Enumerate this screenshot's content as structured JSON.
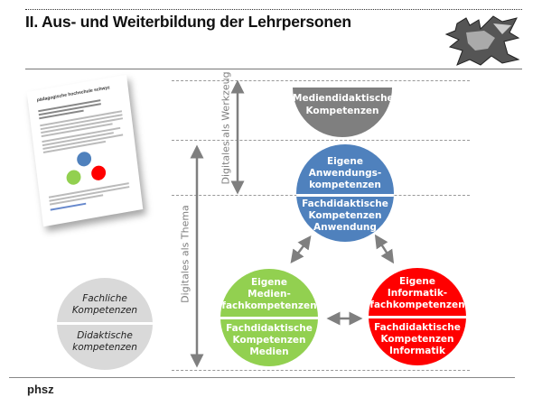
{
  "slide": {
    "title": "II. Aus- und Weiterbildung der Lehrpersonen",
    "footer": "phsz"
  },
  "document_thumbnail": {
    "heading": "pädagogische hochschule schwyz"
  },
  "axes": {
    "tool_label": "Digitales als Werkzeug",
    "topic_label": "Digitales als Thema"
  },
  "media_didactics": {
    "line1": "Mediendidaktische",
    "line2": "Kompetenzen"
  },
  "application": {
    "top": [
      "Eigene",
      "Anwendungs-",
      "kompetenzen"
    ],
    "bottom": [
      "Fachdidaktische",
      "Kompetenzen",
      "Anwendung"
    ]
  },
  "media": {
    "top": [
      "Eigene",
      "Medien-",
      "fachkompetenzen"
    ],
    "bottom": [
      "Fachdidaktische",
      "Kompetenzen",
      "Medien"
    ]
  },
  "informatics": {
    "top": [
      "Eigene",
      "Informatik-",
      "fachkompetenzen"
    ],
    "bottom": [
      "Fachdidaktische",
      "Kompetenzen",
      "Informatik"
    ]
  },
  "general": {
    "top": [
      "Fachliche",
      "Kompetenzen"
    ],
    "bottom": [
      "Didaktische",
      "kompetenzen"
    ]
  },
  "colors": {
    "gray_dark": "#7f7f7f",
    "blue": "#4f81bd",
    "green": "#92d050",
    "red": "#ff0000",
    "gray_light": "#d9d9d9"
  }
}
